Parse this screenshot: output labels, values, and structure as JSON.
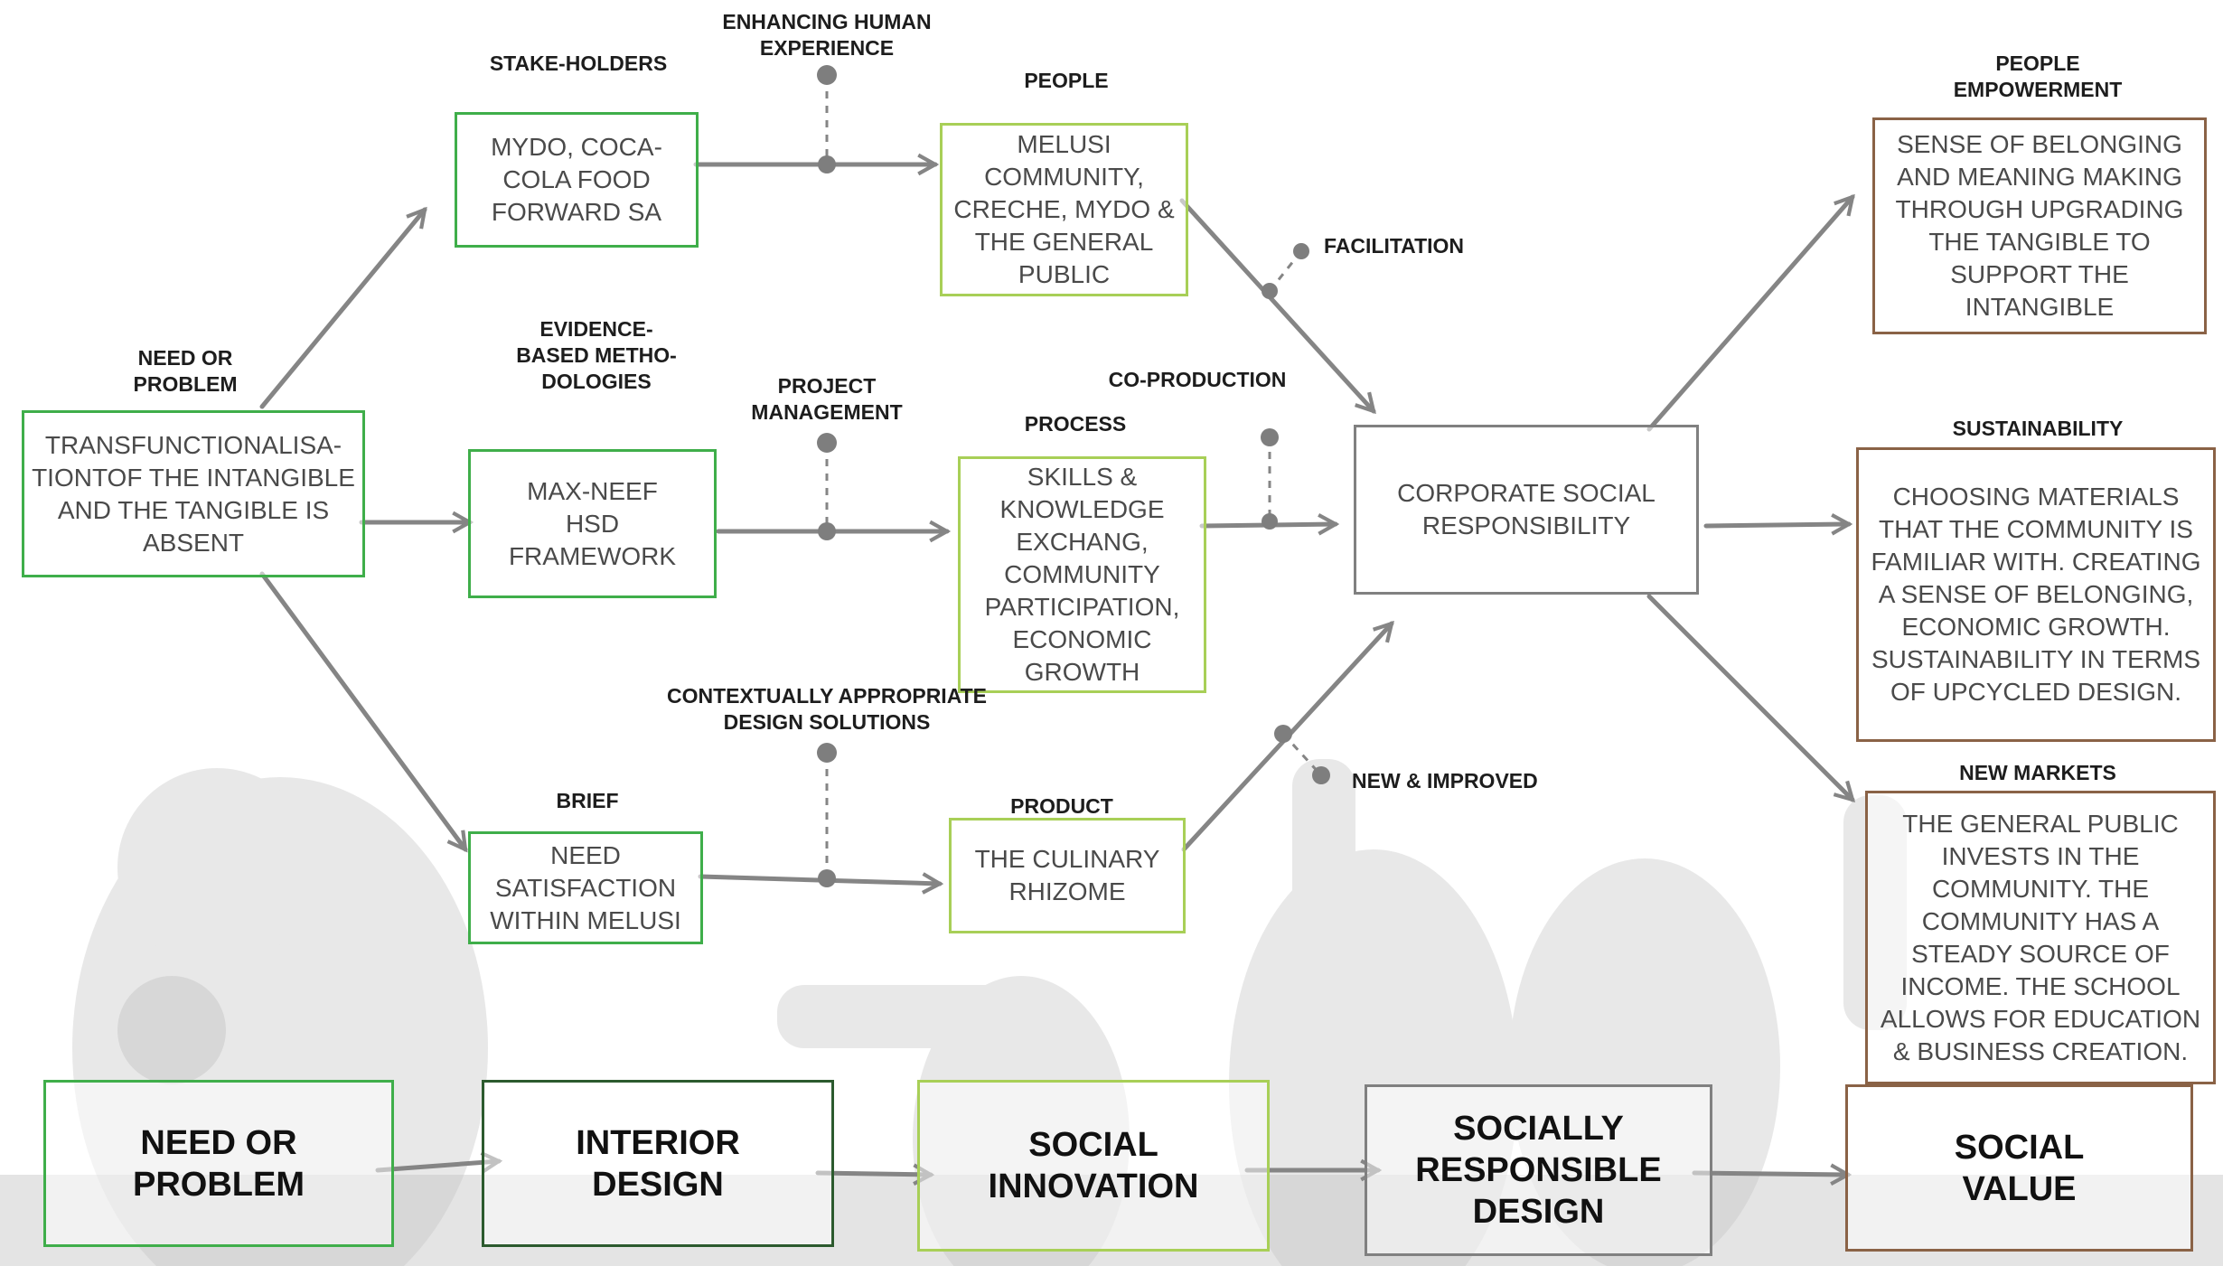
{
  "diagram": {
    "inputs": {
      "need_title": "NEED OR PROBLEM",
      "need_text": "TRANSFUNCTIONALISA-TIONTOF THE INTANGIBLE AND THE TANGIBLE IS ABSENT"
    },
    "rows": [
      {
        "group_title": "STAKE-HOLDERS",
        "group_text": "MYDO, COCA-COLA FOOD FORWARD SA",
        "link_label": "ENHANCING HUMAN EXPERIENCE",
        "outcome_title": "PEOPLE",
        "outcome_text": "MELUSI COMMUNITY, CRECHE, MYDO & THE GENERAL PUBLIC",
        "to_csr_label": "FACILITATION"
      },
      {
        "group_title": "EVIDENCE-BASED METHO-DOLOGIES",
        "group_text": "MAX-NEEF HSD FRAMEWORK",
        "link_label": "PROJECT MANAGEMENT",
        "outcome_title": "PROCESS",
        "outcome_text": "SKILLS & KNOWLEDGE EXCHANG, COMMUNITY PARTICIPATION, ECONOMIC GROWTH",
        "to_csr_label": "CO-PRODUCTION"
      },
      {
        "group_title": "BRIEF",
        "group_text": "NEED SATISFACTION WITHIN MELUSI",
        "link_label": "CONTEXTUALLY APPROPRIATE DESIGN SOLUTIONS",
        "outcome_title": "PRODUCT",
        "outcome_text": "THE CULINARY RHIZOME",
        "to_csr_label": "NEW & IMPROVED"
      }
    ],
    "csr": {
      "text": "CORPORATE SOCIAL RESPONSIBILITY"
    },
    "values": [
      {
        "title": "PEOPLE EMPOWERMENT",
        "text": "SENSE OF BELONGING AND MEANING MAKING THROUGH UPGRADING THE TANGIBLE TO SUPPORT THE INTANGIBLE"
      },
      {
        "title": "SUSTAINABILITY",
        "text": "CHOOSING MATERIALS THAT THE COMMUNITY IS FAMILIAR WITH. CREATING A SENSE OF BELONGING, ECONOMIC GROWTH. SUSTAINABILITY IN TERMS OF UPCYCLED DESIGN."
      },
      {
        "title": "NEW MARKETS",
        "text": "THE GENERAL PUBLIC INVESTS IN THE COMMUNITY. THE COMMUNITY HAS A STEADY SOURCE OF INCOME. THE SCHOOL ALLOWS FOR EDUCATION & BUSINESS CREATION."
      }
    ],
    "stages": [
      "NEED OR PROBLEM",
      "INTERIOR DESIGN",
      "SOCIAL INNOVATION",
      "SOCIALLY RESPONSIBLE DESIGN",
      "SOCIAL VALUE"
    ],
    "colors": {
      "green": "#3fae4a",
      "lime": "#a8cf57",
      "grey": "#808080",
      "brown": "#8a6246",
      "dark_green": "#2c5a2e",
      "connector": "#858585"
    }
  }
}
